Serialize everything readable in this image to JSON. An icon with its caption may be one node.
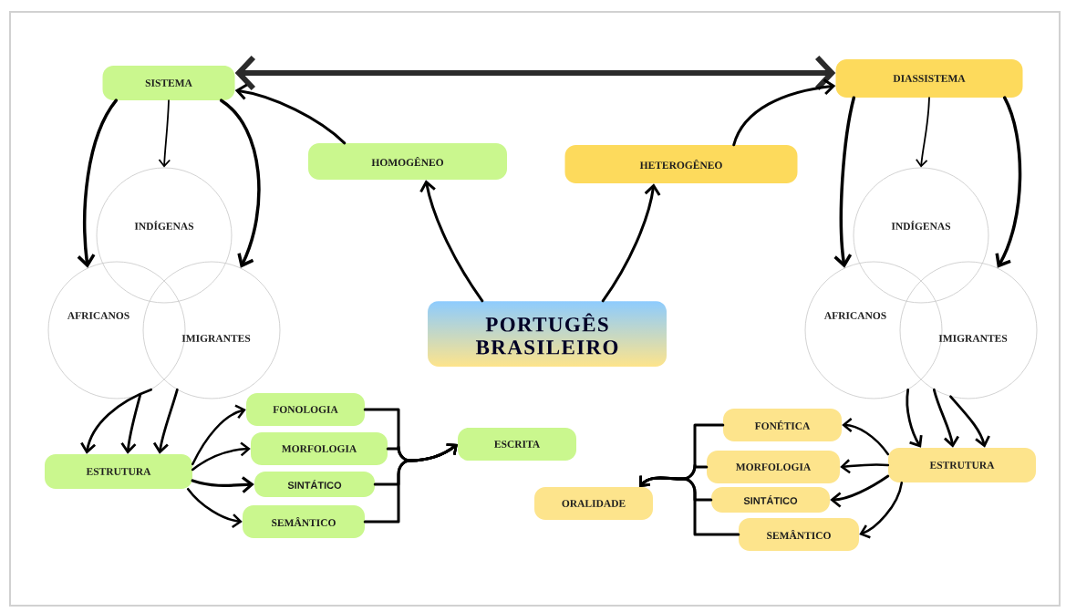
{
  "diagram": {
    "nodes": [
      {
        "text": [
          "SISTEMA"
        ]
      },
      {
        "text": [
          "HOMOGÊNEO"
        ]
      },
      {
        "text": [
          "HETEROGÊNEO"
        ]
      },
      {
        "text": [
          "DIASSISTEMA"
        ]
      },
      {
        "text": [
          "PORTUGÊS BRASILEIRO"
        ]
      },
      {
        "text": [
          "INDÍGENAS"
        ]
      },
      {
        "text": [
          "AFRICANOS"
        ]
      },
      {
        "text": [
          "IMIGRANTES"
        ]
      },
      {
        "text": [
          "ESTRUTURA"
        ]
      },
      {
        "text": [
          "FONOLOGIA"
        ]
      },
      {
        "text": [
          "MORFOLOGIA"
        ]
      },
      {
        "text": [
          "SINTÁTICO"
        ]
      },
      {
        "text": [
          "SEMÂNTICO"
        ]
      },
      {
        "text": [
          "ESCRITA"
        ]
      },
      {
        "text": [
          "INDÍGENAS"
        ]
      },
      {
        "text": [
          "AFRICANOS"
        ]
      },
      {
        "text": [
          "IMIGRANTES"
        ]
      },
      {
        "text": [
          "ESTRUTURA"
        ]
      },
      {
        "text": [
          "FONÉTICA"
        ]
      },
      {
        "text": [
          "MORFOLOGIA"
        ]
      },
      {
        "text": [
          "SINTÁTICO"
        ]
      },
      {
        "text": [
          "SEMÂNTICO"
        ]
      },
      {
        "text": [
          "ORALIDADE"
        ]
      }
    ],
    "edges": [
      {
        "from": 0,
        "to": 3,
        "arrow": "both",
        "style": "thick",
        "color": "#2b2b2b"
      },
      {
        "from": 1,
        "to": 0,
        "arrow": "to"
      },
      {
        "from": 2,
        "to": 3,
        "arrow": "to"
      },
      {
        "from": 4,
        "to": 1,
        "arrow": "to"
      },
      {
        "from": 4,
        "to": 2,
        "arrow": "to"
      },
      {
        "from": 0,
        "to": 5,
        "arrow": "to"
      },
      {
        "from": 0,
        "to": 6,
        "arrow": "to"
      },
      {
        "from": 0,
        "to": 7,
        "arrow": "to"
      },
      {
        "from": 6,
        "to": 8,
        "arrow": "to"
      },
      {
        "from": 6,
        "to": 8,
        "arrow": "to"
      },
      {
        "from": 7,
        "to": 8,
        "arrow": "to"
      },
      {
        "from": 8,
        "to": 9,
        "arrow": "to"
      },
      {
        "from": 8,
        "to": 10,
        "arrow": "to"
      },
      {
        "from": 8,
        "to": 11,
        "arrow": "to"
      },
      {
        "from": 8,
        "to": 12,
        "arrow": "to"
      },
      {
        "from": 9,
        "to": 13,
        "arrow": "to"
      },
      {
        "from": 10,
        "to": 13,
        "arrow": "to"
      },
      {
        "from": 11,
        "to": 13,
        "arrow": "to"
      },
      {
        "from": 12,
        "to": 13,
        "arrow": "to"
      },
      {
        "from": 3,
        "to": 15,
        "arrow": "to"
      },
      {
        "from": 3,
        "to": 14,
        "arrow": "to"
      },
      {
        "from": 3,
        "to": 16,
        "arrow": "to"
      },
      {
        "from": 15,
        "to": 17,
        "arrow": "to"
      },
      {
        "from": 16,
        "to": 17,
        "arrow": "to"
      },
      {
        "from": 16,
        "to": 17,
        "arrow": "to"
      },
      {
        "from": 17,
        "to": 18,
        "arrow": "to"
      },
      {
        "from": 17,
        "to": 19,
        "arrow": "to"
      },
      {
        "from": 17,
        "to": 20,
        "arrow": "to"
      },
      {
        "from": 17,
        "to": 21,
        "arrow": "to"
      },
      {
        "from": 18,
        "to": 22,
        "arrow": "to"
      },
      {
        "from": 19,
        "to": 22,
        "arrow": "to"
      },
      {
        "from": 20,
        "to": 22,
        "arrow": "to"
      },
      {
        "from": 21,
        "to": 22,
        "arrow": "to"
      }
    ]
  }
}
